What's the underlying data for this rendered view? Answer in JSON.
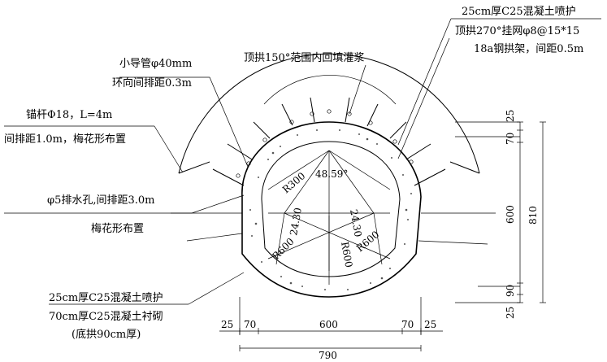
{
  "annotations": {
    "top_right_1": "25cm厚C25混凝土喷护",
    "top_right_2": "顶拱270°挂网φ8@15*15",
    "top_right_3": "18a钢拱架，间距0.5m",
    "grout": "顶拱150°范围内回填灌浆",
    "pipe_1": "小导管φ40mm",
    "pipe_2": "环向间排距0.3m",
    "bolt_1": "锚杆Φ18，L=4m",
    "bolt_2": "间排距1.0m，梅花形布置",
    "drain_1": "φ5排水孔,间排距3.0m",
    "drain_2": "梅花形布置",
    "lining_1": "25cm厚C25混凝土喷护",
    "lining_2": "70cm厚C25混凝土衬砌",
    "lining_3": "(底拱90cm厚)"
  },
  "radii": {
    "r300": "R300",
    "r600_left": "R600",
    "r600_right": "R600",
    "r600_bottom": "R600",
    "d2430_left": "24.30",
    "d2430_right": "24.30",
    "angle": "48.59°"
  },
  "dims_bottom": {
    "a": "25",
    "b": "70",
    "c": "600",
    "d": "70",
    "e": "25",
    "total": "790"
  },
  "dims_right": {
    "top_25": "25",
    "top_70": "70",
    "mid_600": "600",
    "bot_90": "90",
    "bot_25": "25",
    "total": "810"
  }
}
